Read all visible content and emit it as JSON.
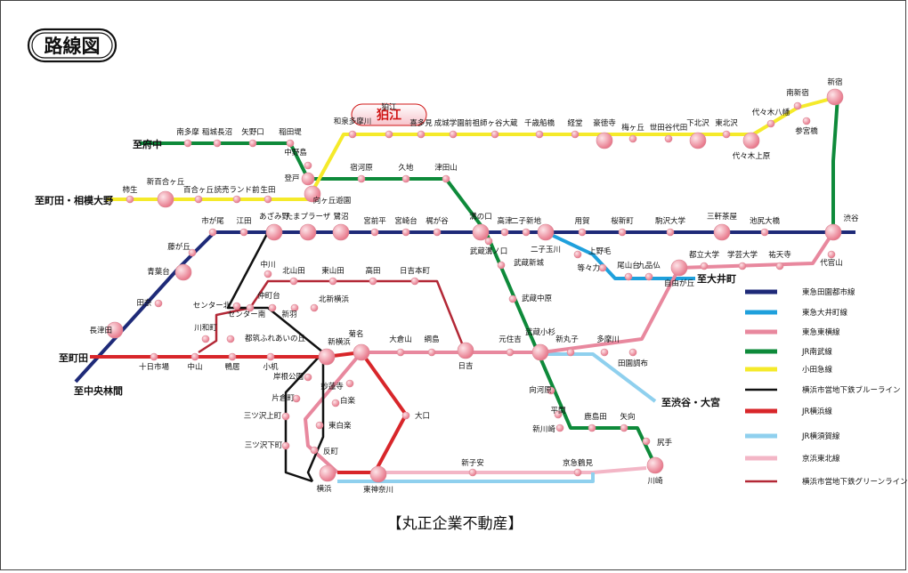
{
  "title": "路線図",
  "highlight_station": "狛江",
  "footer": "【丸正企業不動産】",
  "colors": {
    "den_toshi": "#1e2a78",
    "oimachi": "#1fa0dc",
    "toyoko": "#e8889e",
    "nambu": "#0e8a3a",
    "odakyu": "#f5ea2a",
    "blue_line": "#111111",
    "yokohama": "#d8262a",
    "yokosuka": "#8fd0ee",
    "keihin_tohoku": "#f3b6c6",
    "green_line": "#b32836",
    "station_fill": "#f2a0ae"
  },
  "legend": [
    {
      "key": "den_toshi",
      "label": "東急田園都市線"
    },
    {
      "key": "oimachi",
      "label": "東急大井町線"
    },
    {
      "key": "toyoko",
      "label": "東急東横線"
    },
    {
      "key": "nambu",
      "label": "JR南武線"
    },
    {
      "key": "odakyu",
      "label": "小田急線"
    },
    {
      "key": "blue_line",
      "label": "横浜市営地下鉄ブルーライン"
    },
    {
      "key": "yokohama",
      "label": "JR横浜線"
    },
    {
      "key": "yokosuka",
      "label": "JR横須賀線"
    },
    {
      "key": "keihin_tohoku",
      "label": "京浜東北線"
    },
    {
      "key": "green_line",
      "label": "横浜市営地下鉄グリーンライン"
    }
  ],
  "directions": [
    "至府中",
    "至町田・相模大野",
    "至町田",
    "至中央林間",
    "至大井町",
    "至渋谷・大宮"
  ],
  "stations": [
    "南多摩",
    "稲城長沼",
    "矢野口",
    "稲田堤",
    "中野島",
    "登戸",
    "和泉多摩川",
    "狛江",
    "喜多見",
    "成城学園前",
    "祖師ヶ谷大蔵",
    "千歳船橋",
    "経堂",
    "豪徳寺",
    "梅ヶ丘",
    "世田谷代田",
    "下北沢",
    "東北沢",
    "代々木上原",
    "代々木八幡",
    "南新宿",
    "参宮橋",
    "新宿",
    "柿生",
    "新百合ヶ丘",
    "百合ヶ丘",
    "読売ランド前",
    "生田",
    "向ヶ丘遊園",
    "宿河原",
    "久地",
    "津田山",
    "市が尾",
    "江田",
    "あざみ野",
    "たまプラーザ",
    "鷺沼",
    "宮前平",
    "宮崎台",
    "梶が谷",
    "溝の口",
    "高津",
    "二子新地",
    "二子玉川",
    "用賀",
    "桜新町",
    "駒沢大学",
    "三軒茶屋",
    "池尻大橋",
    "渋谷",
    "藤が丘",
    "青葉台",
    "田奈",
    "長津田",
    "十日市場",
    "中山",
    "鴨居",
    "小机",
    "新横浜",
    "菊名",
    "大倉山",
    "綱島",
    "日吉",
    "元住吉",
    "武蔵小杉",
    "新丸子",
    "多摩川",
    "田園調布",
    "自由が丘",
    "都立大学",
    "学芸大学",
    "祐天寺",
    "代官山",
    "上野毛",
    "等々力",
    "尾山台",
    "九品仏",
    "武蔵溝ノ口",
    "武蔵新城",
    "武蔵中原",
    "向河原",
    "平間",
    "鹿島田",
    "矢向",
    "尻手",
    "川崎",
    "新川崎",
    "新子安",
    "京急鶴見",
    "東神奈川",
    "横浜",
    "大口",
    "妙蓮寺",
    "白楽",
    "東白楽",
    "反町",
    "中川",
    "北山田",
    "東山田",
    "高田",
    "日吉本町",
    "センター北",
    "センター南",
    "仲町台",
    "新羽",
    "北新横浜",
    "川和町",
    "都筑ふれあいの丘",
    "岸根公園",
    "片倉町",
    "三ツ沢上町",
    "三ツ沢下町"
  ]
}
